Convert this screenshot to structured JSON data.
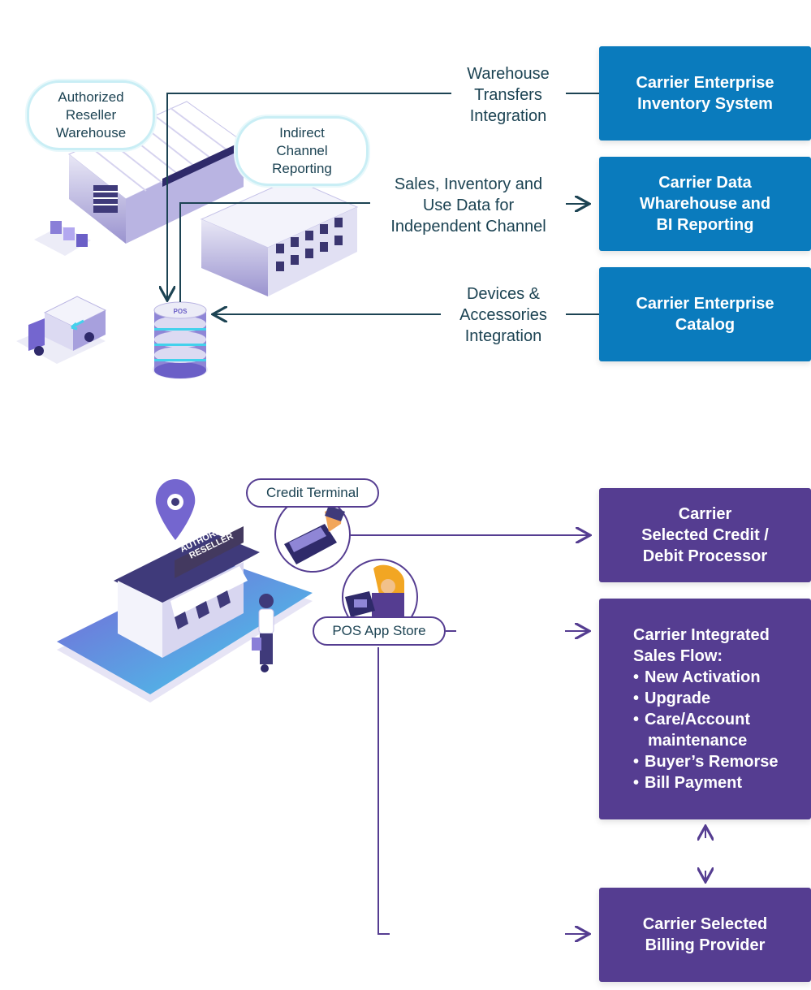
{
  "top_section": {
    "bubbles": {
      "warehouse": "Authorized\nReseller\nWarehouse",
      "indirect": "Indirect\nChannel\nReporting"
    },
    "flow_labels": {
      "warehouse_transfers": "Warehouse\nTransfers\nIntegration",
      "sales_inventory": "Sales, Inventory and\nUse Data for\nIndependent Channel",
      "devices": "Devices &\nAccessories\nIntegration"
    },
    "boxes": {
      "inventory": "Carrier Enterprise\nInventory System",
      "data_warehouse": "Carrier Data\nWharehouse and\nBI Reporting",
      "catalog": "Carrier Enterprise\nCatalog"
    },
    "pos_badge": "POS"
  },
  "bottom_section": {
    "pills": {
      "credit_terminal": "Credit Terminal",
      "pos_app_store": "POS App Store"
    },
    "store_sign": "AUTHORIZED\nRESELLER",
    "boxes": {
      "credit_processor": "Carrier\nSelected Credit /\nDebit Processor",
      "billing_provider": "Carrier Selected\nBilling Provider"
    },
    "sales_flow": {
      "title": "Carrier Integrated\nSales Flow:",
      "items": [
        "New Activation",
        "Upgrade",
        "Care/Account",
        "maintenance",
        "Buyer’s Remorse",
        "Bill Payment"
      ]
    }
  },
  "colors": {
    "blue": "#0a7bbd",
    "purple": "#553d91",
    "line_dark": "#1c4353",
    "bubble_border": "#c9eef5"
  }
}
